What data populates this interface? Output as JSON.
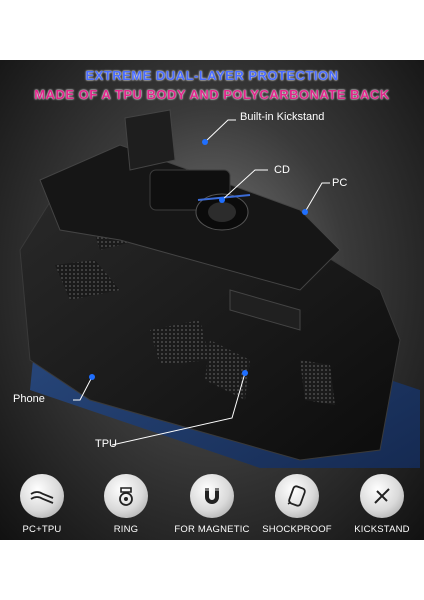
{
  "headline": {
    "line1": "EXTREME DUAL-LAYER PROTECTION",
    "line2": "MADE OF A TPU BODY AND POLYCARBONATE BACK"
  },
  "callouts": {
    "kickstand": "Built-in Kickstand",
    "cd": "CD",
    "pc": "PC",
    "phone": "Phone",
    "tpu": "TPU"
  },
  "features": [
    {
      "label": "PC+TPU",
      "icon": "layers-icon"
    },
    {
      "label": "RING",
      "icon": "ring-icon"
    },
    {
      "label": "FOR MAGNETIC",
      "icon": "magnet-icon"
    },
    {
      "label": "SHOCKPROOF",
      "icon": "shockproof-phone-icon"
    },
    {
      "label": "KICKSTAND",
      "icon": "kickstand-icon"
    }
  ],
  "colors": {
    "headline_blue": "#4a6cff",
    "headline_pink": "#e0278b",
    "callout_dot": "#1f6fff"
  }
}
